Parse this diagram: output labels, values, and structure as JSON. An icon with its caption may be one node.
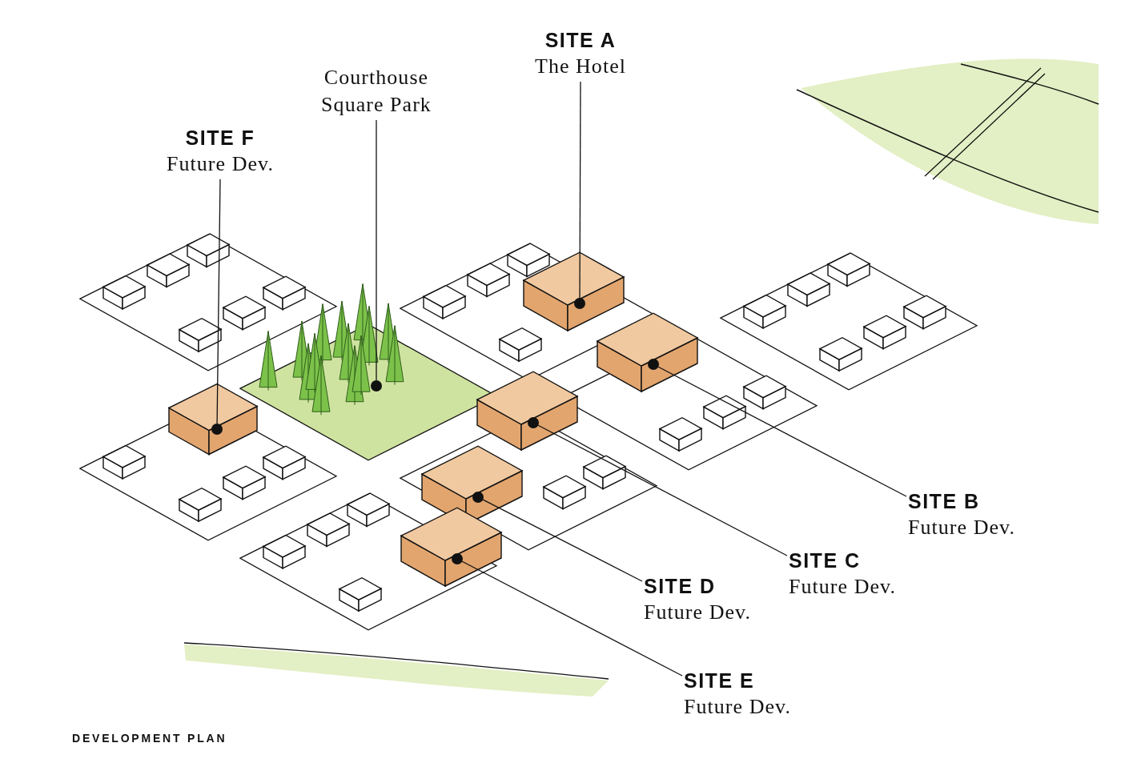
{
  "diagram": {
    "nodes": [
      {
        "text": [
          "SITE F",
          "Future Dev."
        ]
      },
      {
        "text": [
          "Courthouse Square Park"
        ]
      },
      {
        "text": [
          "SITE A",
          "The Hotel"
        ]
      },
      {
        "text": [
          "SITE B",
          "Future Dev."
        ]
      },
      {
        "text": [
          "SITE C",
          "Future Dev."
        ]
      },
      {
        "text": [
          "SITE D",
          "Future Dev."
        ]
      },
      {
        "text": [
          "SITE E",
          "Future Dev."
        ]
      },
      {
        "text": [],
        "shape": "circle"
      },
      {
        "text": [],
        "shape": "circle"
      },
      {
        "text": [],
        "shape": "circle"
      },
      {
        "text": [],
        "shape": "circle"
      },
      {
        "text": [],
        "shape": "circle"
      },
      {
        "text": [],
        "shape": "circle"
      },
      {
        "text": [],
        "shape": "circle"
      }
    ],
    "edges": [
      {
        "from": 0,
        "to": 7,
        "arrow": "none"
      },
      {
        "from": 1,
        "to": 8,
        "arrow": "none"
      },
      {
        "from": 2,
        "to": 12,
        "arrow": "none"
      },
      {
        "from": 3,
        "to": 13,
        "arrow": "none"
      },
      {
        "from": 4,
        "to": 11,
        "arrow": "none"
      },
      {
        "from": 5,
        "to": 10,
        "arrow": "none"
      },
      {
        "from": 6,
        "to": 9,
        "arrow": "none"
      }
    ],
    "labels": [
      "DEVELOPMENT PLAN"
    ]
  }
}
